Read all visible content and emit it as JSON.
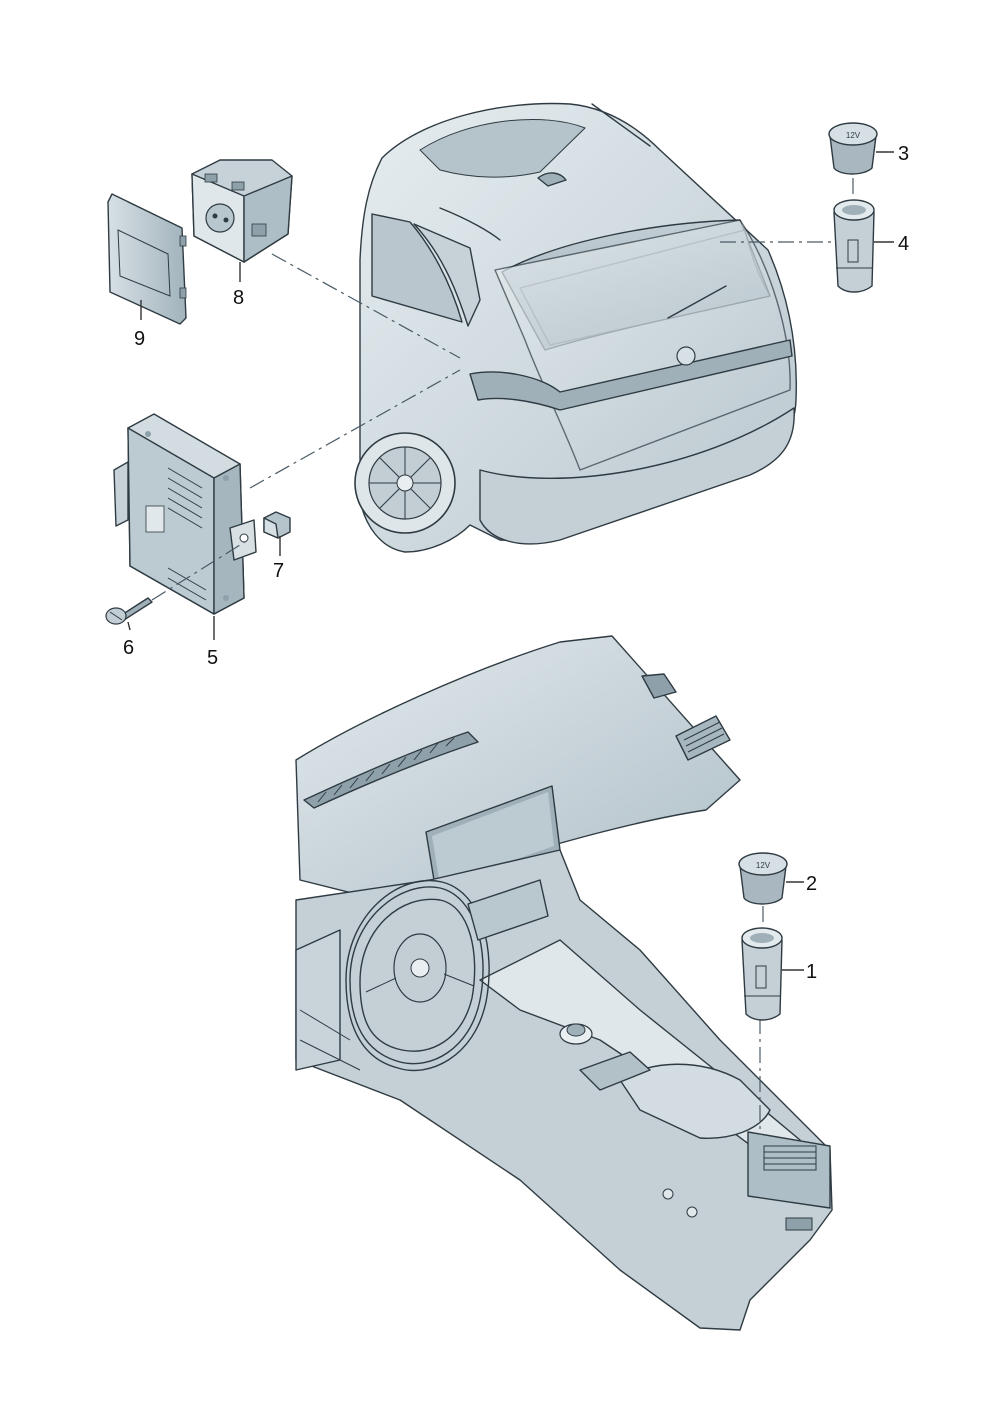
{
  "diagram": {
    "callouts": [
      {
        "id": "1",
        "label": "1"
      },
      {
        "id": "2",
        "label": "2"
      },
      {
        "id": "3",
        "label": "3"
      },
      {
        "id": "4",
        "label": "4"
      },
      {
        "id": "5",
        "label": "5"
      },
      {
        "id": "6",
        "label": "6"
      },
      {
        "id": "7",
        "label": "7"
      },
      {
        "id": "8",
        "label": "8"
      },
      {
        "id": "9",
        "label": "9"
      }
    ],
    "badge_text": "12V",
    "colors": {
      "body_fill": "#c8d4da",
      "body_light": "#e3eaee",
      "body_dark": "#9fb0b9",
      "glass": "#a9b8c0",
      "outline": "#2f3b42"
    }
  }
}
